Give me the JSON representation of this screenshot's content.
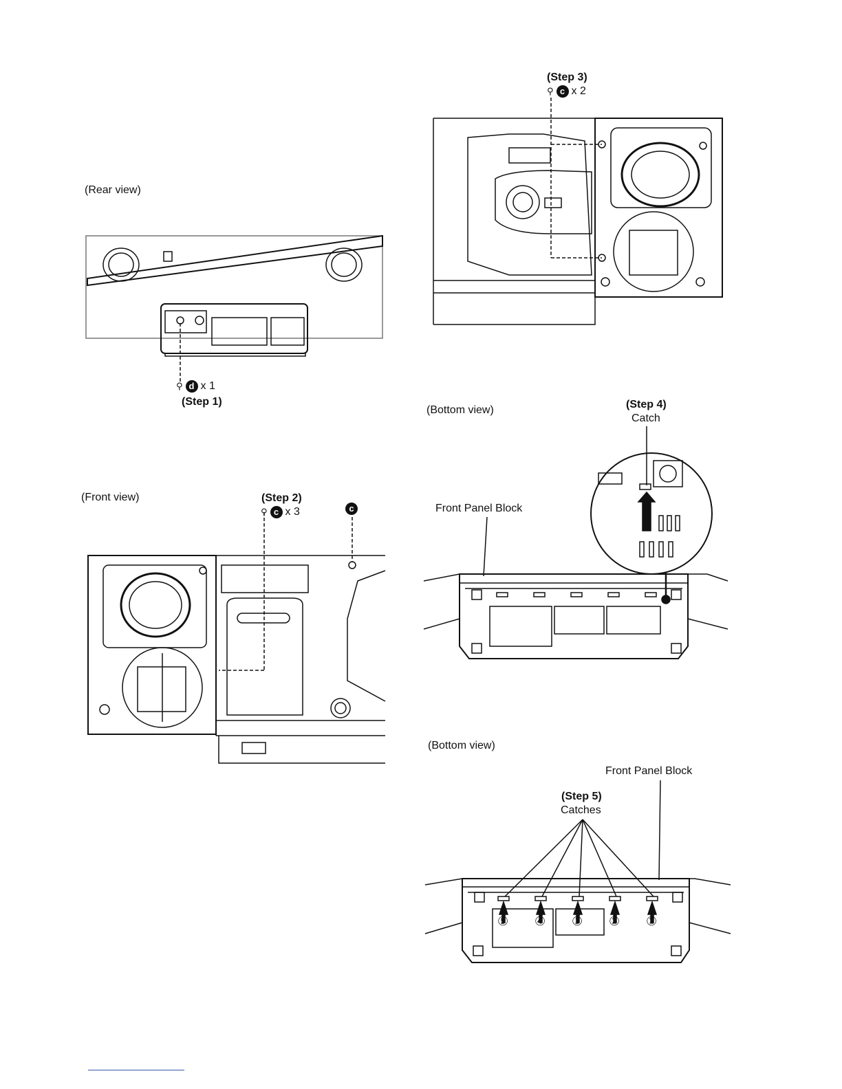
{
  "views": {
    "rear": "(Rear view)",
    "front": "(Front view)",
    "bottom1": "(Bottom view)",
    "bottom2": "(Bottom view)"
  },
  "steps": {
    "step1": {
      "label": "(Step 1)",
      "screw_letter": "d",
      "count": "x 1"
    },
    "step2": {
      "label": "(Step 2)",
      "screw_letter": "c",
      "count": "x 3",
      "extra_letter": "c"
    },
    "step3": {
      "label": "(Step 3)",
      "screw_letter": "c",
      "count": "x 2"
    },
    "step4": {
      "label": "(Step 4)",
      "sub": "Catch"
    },
    "step5": {
      "label": "(Step 5)",
      "sub": "Catches"
    }
  },
  "labels": {
    "front_panel_block_1": "Front Panel Block",
    "front_panel_block_2": "Front Panel Block"
  },
  "catch_numbers": [
    "⑤",
    "④",
    "③",
    "②",
    "①"
  ]
}
